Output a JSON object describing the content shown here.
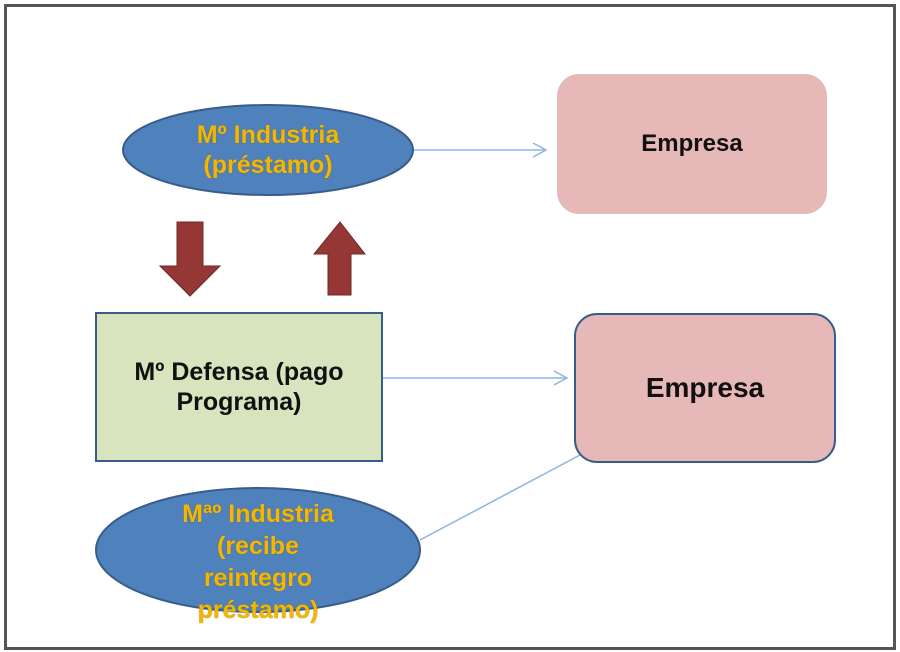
{
  "diagram": {
    "nodes": {
      "industria_prestamo": {
        "line1": "Mº Industria",
        "line2": "(préstamo)",
        "shape": "ellipse",
        "fill": "#4f81bd"
      },
      "empresa_top": {
        "label": "Empresa",
        "shape": "rounded-rect",
        "fill": "#e6b8b7"
      },
      "defensa": {
        "line1": "Mº Defensa (pago",
        "line2": "Programa)",
        "shape": "rect",
        "fill": "#d7e4bd"
      },
      "empresa_mid": {
        "label": "Empresa",
        "shape": "rounded-rect",
        "fill": "#e6b8b7"
      },
      "industria_reintegro": {
        "line1": "Mªº Industria",
        "line2": "(recibe",
        "line3": "reintegro",
        "line4": "préstamo)",
        "shape": "ellipse",
        "fill": "#4f81bd"
      }
    },
    "colors": {
      "block_arrow": "#953735",
      "connector": "#8eb4e3",
      "ellipse_text": "#f2b705"
    }
  }
}
